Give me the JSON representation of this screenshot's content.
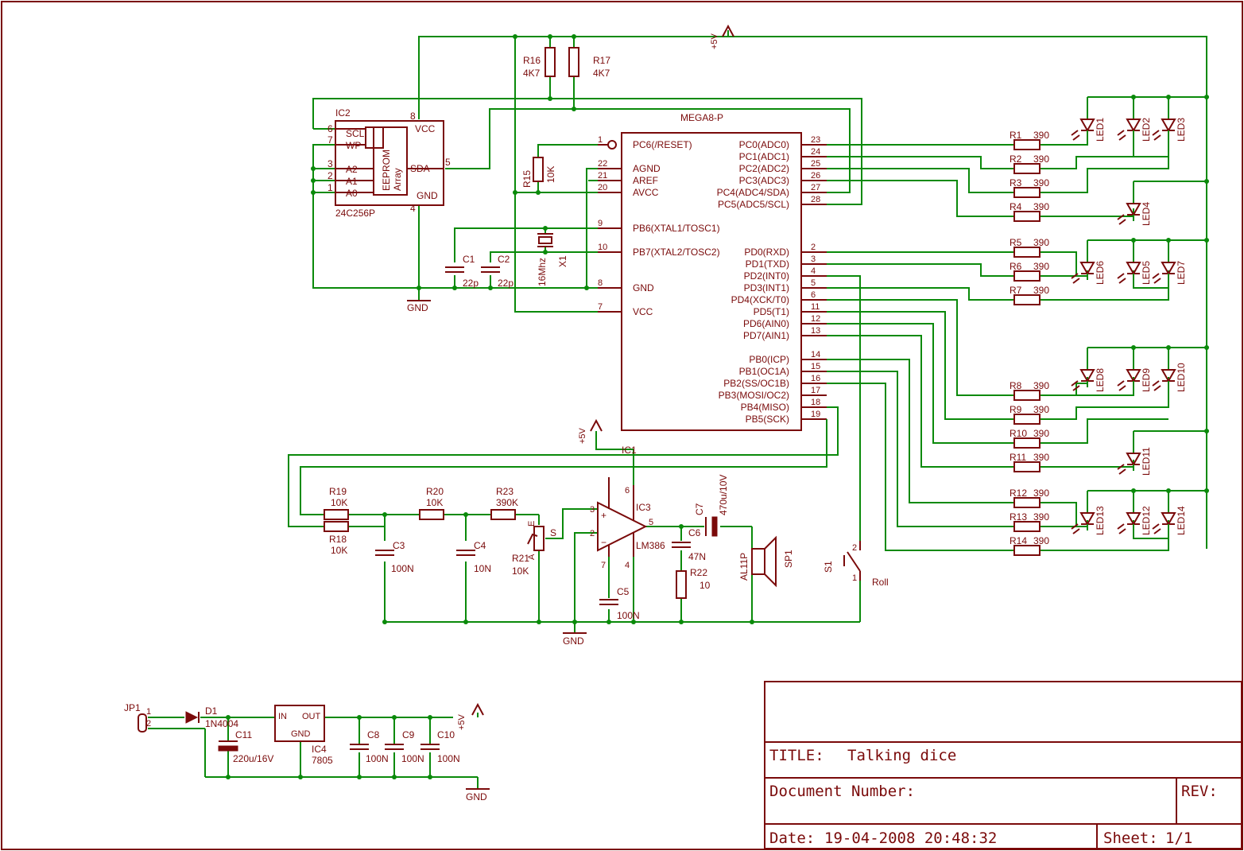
{
  "colors": {
    "wire": "#0a8a0a",
    "part": "#7a0a0a",
    "background": "#ffffff"
  },
  "title_block": {
    "title_label": "TITLE:",
    "title": "Talking dice",
    "docnum_label": "Document Number:",
    "rev_label": "REV:",
    "date_label": "Date:",
    "date": "19-04-2008 20:48:32",
    "sheet_label": "Sheet:",
    "sheet": "1/1"
  },
  "mcu": {
    "name": "MEGA8-P",
    "left_pins": [
      {
        "num": "1",
        "label": "PC6(/RESET)"
      },
      {
        "num": "22",
        "label": "AGND"
      },
      {
        "num": "21",
        "label": "AREF"
      },
      {
        "num": "20",
        "label": "AVCC"
      },
      {
        "num": "9",
        "label": "PB6(XTAL1/TOSC1)"
      },
      {
        "num": "10",
        "label": "PB7(XTAL2/TOSC2)"
      },
      {
        "num": "8",
        "label": "GND"
      },
      {
        "num": "7",
        "label": "VCC"
      }
    ],
    "right_pins": [
      {
        "num": "23",
        "label": "PC0(ADC0)"
      },
      {
        "num": "24",
        "label": "PC1(ADC1)"
      },
      {
        "num": "25",
        "label": "PC2(ADC2)"
      },
      {
        "num": "26",
        "label": "PC3(ADC3)"
      },
      {
        "num": "27",
        "label": "PC4(ADC4/SDA)"
      },
      {
        "num": "28",
        "label": "PC5(ADC5/SCL)"
      },
      {
        "num": "2",
        "label": "PD0(RXD)"
      },
      {
        "num": "3",
        "label": "PD1(TXD)"
      },
      {
        "num": "4",
        "label": "PD2(INT0)"
      },
      {
        "num": "5",
        "label": "PD3(INT1)"
      },
      {
        "num": "6",
        "label": "PD4(XCK/T0)"
      },
      {
        "num": "11",
        "label": "PD5(T1)"
      },
      {
        "num": "12",
        "label": "PD6(AIN0)"
      },
      {
        "num": "13",
        "label": "PD7(AIN1)"
      },
      {
        "num": "14",
        "label": "PB0(ICP)"
      },
      {
        "num": "15",
        "label": "PB1(OC1A)"
      },
      {
        "num": "16",
        "label": "PB2(SS/OC1B)"
      },
      {
        "num": "17",
        "label": "PB3(MOSI/OC2)"
      },
      {
        "num": "18",
        "label": "PB4(MISO)"
      },
      {
        "num": "19",
        "label": "PB5(SCK)"
      }
    ]
  },
  "eeprom": {
    "name": "IC2",
    "value": "24C256P",
    "inner": "EEPROM",
    "inner2": "Array",
    "pins": [
      {
        "num": "6",
        "label": "SCL"
      },
      {
        "num": "7",
        "label": "WP"
      },
      {
        "num": "3",
        "label": "A2"
      },
      {
        "num": "2",
        "label": "A1"
      },
      {
        "num": "1",
        "label": "A0"
      },
      {
        "num": "8",
        "label": "VCC"
      },
      {
        "num": "5",
        "label": "SDA"
      },
      {
        "num": "4",
        "label": "GND"
      }
    ]
  },
  "resistors": [
    {
      "name": "R1",
      "value": "390"
    },
    {
      "name": "R2",
      "value": "390"
    },
    {
      "name": "R3",
      "value": "390"
    },
    {
      "name": "R4",
      "value": "390"
    },
    {
      "name": "R5",
      "value": "390"
    },
    {
      "name": "R6",
      "value": "390"
    },
    {
      "name": "R7",
      "value": "390"
    },
    {
      "name": "R8",
      "value": "390"
    },
    {
      "name": "R9",
      "value": "390"
    },
    {
      "name": "R10",
      "value": "390"
    },
    {
      "name": "R11",
      "value": "390"
    },
    {
      "name": "R12",
      "value": "390"
    },
    {
      "name": "R13",
      "value": "390"
    },
    {
      "name": "R14",
      "value": "390"
    },
    {
      "name": "R15",
      "value": "10K"
    },
    {
      "name": "R16",
      "value": "4K7"
    },
    {
      "name": "R17",
      "value": "4K7"
    },
    {
      "name": "R18",
      "value": "10K"
    },
    {
      "name": "R19",
      "value": "10K"
    },
    {
      "name": "R20",
      "value": "10K"
    },
    {
      "name": "R21",
      "value": "10K"
    },
    {
      "name": "R22",
      "value": "10"
    },
    {
      "name": "R23",
      "value": "390K"
    }
  ],
  "leds": [
    "LED1",
    "LED2",
    "LED3",
    "LED4",
    "LED6",
    "LED5",
    "LED7",
    "LED8",
    "LED9",
    "LED10",
    "LED11",
    "LED13",
    "LED12",
    "LED14"
  ],
  "capacitors": [
    {
      "name": "C1",
      "value": "22p"
    },
    {
      "name": "C2",
      "value": "22p"
    },
    {
      "name": "C3",
      "value": "100N"
    },
    {
      "name": "C4",
      "value": "10N"
    },
    {
      "name": "C5",
      "value": "100N"
    },
    {
      "name": "C6",
      "value": "47N"
    },
    {
      "name": "C7",
      "value": "470u/10V"
    },
    {
      "name": "C8",
      "value": "100N"
    },
    {
      "name": "C9",
      "value": "100N"
    },
    {
      "name": "C10",
      "value": "100N"
    },
    {
      "name": "C11",
      "value": "220u/16V"
    }
  ],
  "crystal": {
    "name": "X1",
    "value": "16Mhz"
  },
  "amp": {
    "name": "IC1",
    "value": "LM386",
    "name2": "IC3",
    "pin6": "6",
    "pin3": "3",
    "pin2": "2",
    "pin7": "7",
    "pin4": "4",
    "pin5": "5"
  },
  "speaker": {
    "name": "SP1",
    "value": "AL11P"
  },
  "switch": {
    "name": "S1",
    "value": "Roll",
    "pin1": "1",
    "pin2": "2"
  },
  "regulator": {
    "name": "IC4",
    "value": "7805",
    "in": "IN",
    "out": "OUT",
    "gnd": "GND"
  },
  "diode": {
    "name": "D1",
    "value": "1N4004"
  },
  "jumper": {
    "name": "JP1",
    "pin1": "1",
    "pin2": "2"
  },
  "supply": {
    "vcc": "+5V",
    "gnd": "GND",
    "pot_s": "S",
    "pot_e": "E",
    "pot_a": "A"
  }
}
